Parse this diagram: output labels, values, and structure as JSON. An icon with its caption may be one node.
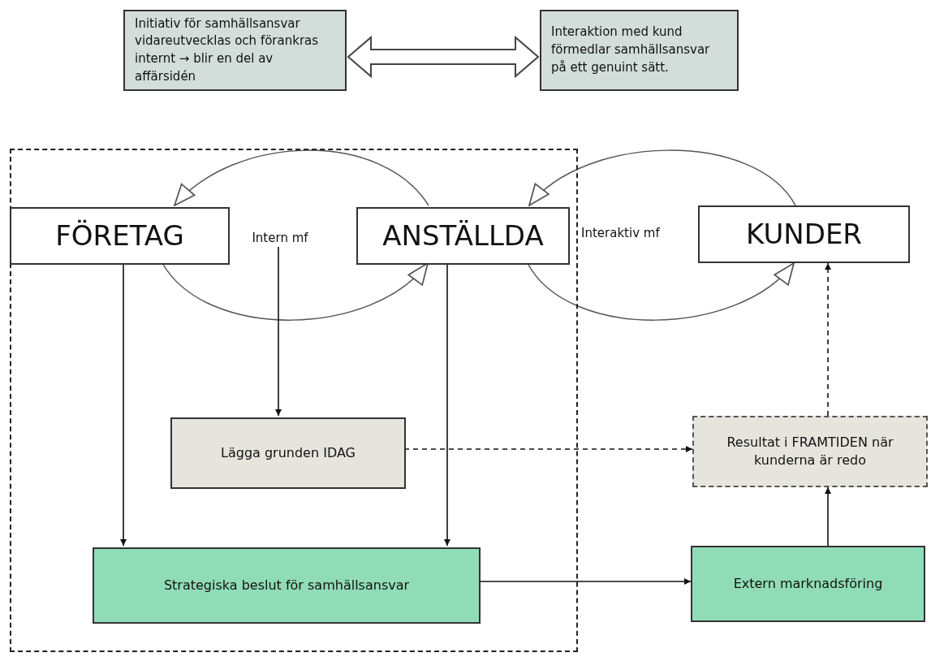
{
  "diagram": {
    "nodes": [
      {
        "text": [
          "Initiativ för samhällsansvar vidareutvecklas och förankras internt → blir en del av affärsidén"
        ]
      },
      {
        "text": [
          "Interaktion med kund förmedlar samhällsansvar på ett genuint sätt."
        ]
      },
      {
        "text": [],
        "shape": "box"
      },
      {
        "text": [
          "FÖRETAG"
        ],
        "in": 2
      },
      {
        "text": [
          "Intern mf"
        ],
        "in": 2
      },
      {
        "text": [
          "ANSTÄLLDA"
        ],
        "in": 2
      },
      {
        "text": [
          "KUNDER"
        ]
      },
      {
        "text": [
          "Lägga grunden IDAG"
        ],
        "in": 2
      },
      {
        "text": [
          "Resultat i FRAMTIDEN när kunderna är redo"
        ]
      },
      {
        "text": [
          "Strategiska beslut för samhällsansvar"
        ],
        "in": 2
      },
      {
        "text": [
          "Extern marknadsföring"
        ]
      }
    ],
    "edges": [
      {
        "from": 0,
        "to": 1,
        "arrow": "both",
        "style": "thick"
      },
      {
        "from": 5,
        "to": 3,
        "arrow": "to"
      },
      {
        "from": 3,
        "to": 5,
        "arrow": "to"
      },
      {
        "from": 6,
        "to": 5,
        "arrow": "to"
      },
      {
        "from": 5,
        "to": 6,
        "arrow": "to"
      },
      {
        "from": 3,
        "to": 9,
        "arrow": "to"
      },
      {
        "from": 4,
        "to": 7,
        "arrow": "to"
      },
      {
        "from": 5,
        "to": 9,
        "arrow": "to"
      },
      {
        "from": 7,
        "to": 8,
        "arrow": "to",
        "style": "dashed"
      },
      {
        "from": 9,
        "to": 10,
        "arrow": "to"
      },
      {
        "from": 10,
        "to": 8,
        "arrow": "to"
      },
      {
        "from": 8,
        "to": 6,
        "arrow": "to",
        "style": "dashed"
      }
    ],
    "labels": [
      "Interaktiv mf"
    ]
  }
}
